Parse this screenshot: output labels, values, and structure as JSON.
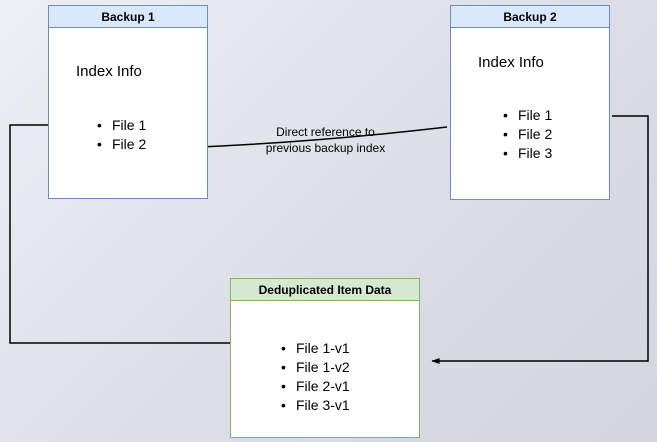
{
  "nodes": {
    "backup1": {
      "title": "Backup 1",
      "subtitle": "Index Info",
      "files": [
        "File 1",
        "File 2"
      ]
    },
    "backup2": {
      "title": "Backup 2",
      "subtitle": "Index Info",
      "files": [
        "File 1",
        "File 2",
        "File 3"
      ]
    },
    "dedup": {
      "title": "Deduplicated Item Data",
      "files": [
        "File 1-v1",
        "File 1-v2",
        "File 2-v1",
        "File 3-v1"
      ]
    }
  },
  "labels": {
    "arrow_line1": "Direct reference to",
    "arrow_line2": "previous backup index"
  },
  "colors": {
    "blue_border": "#6c8ebf",
    "blue_fill": "#dae8fc",
    "green_border": "#82b366",
    "green_fill": "#d5e8d4",
    "arrow": "#000000"
  }
}
